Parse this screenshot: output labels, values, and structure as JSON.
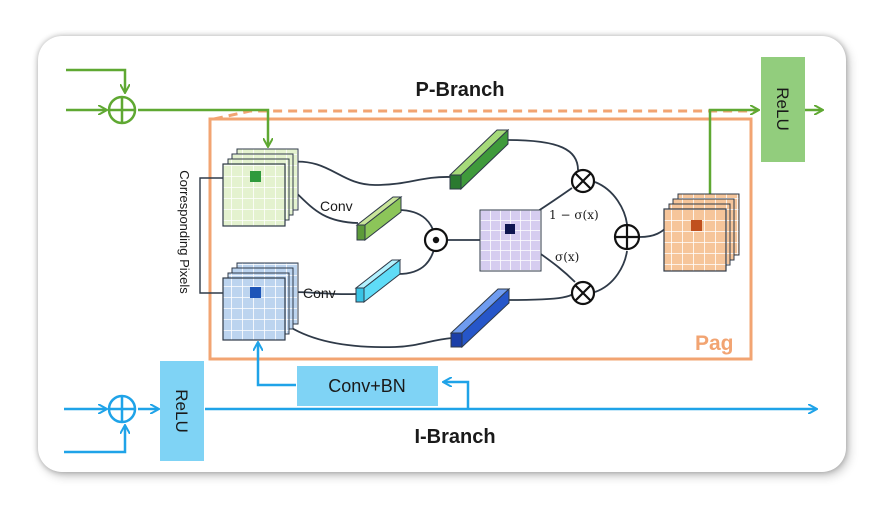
{
  "labels": {
    "p_branch": "P-Branch",
    "i_branch": "I-Branch",
    "relu_top": "ReLU",
    "relu_bottom": "ReLU",
    "conv_bn": "Conv+BN",
    "pag": "Pag",
    "conv_top": "Conv",
    "conv_bottom": "Conv",
    "corresponding_pixels": "Corresponding Pixels",
    "one_minus_sigma": "1 − σ(x)",
    "sigma": "σ(x)"
  },
  "colors": {
    "green_line": "#5fa832",
    "blue_line": "#1fa3e8",
    "orange": "#f2a472",
    "relu_green": "#92cd7d",
    "relu_blue": "#7fd3f5",
    "dark_line": "#2f3a48"
  }
}
